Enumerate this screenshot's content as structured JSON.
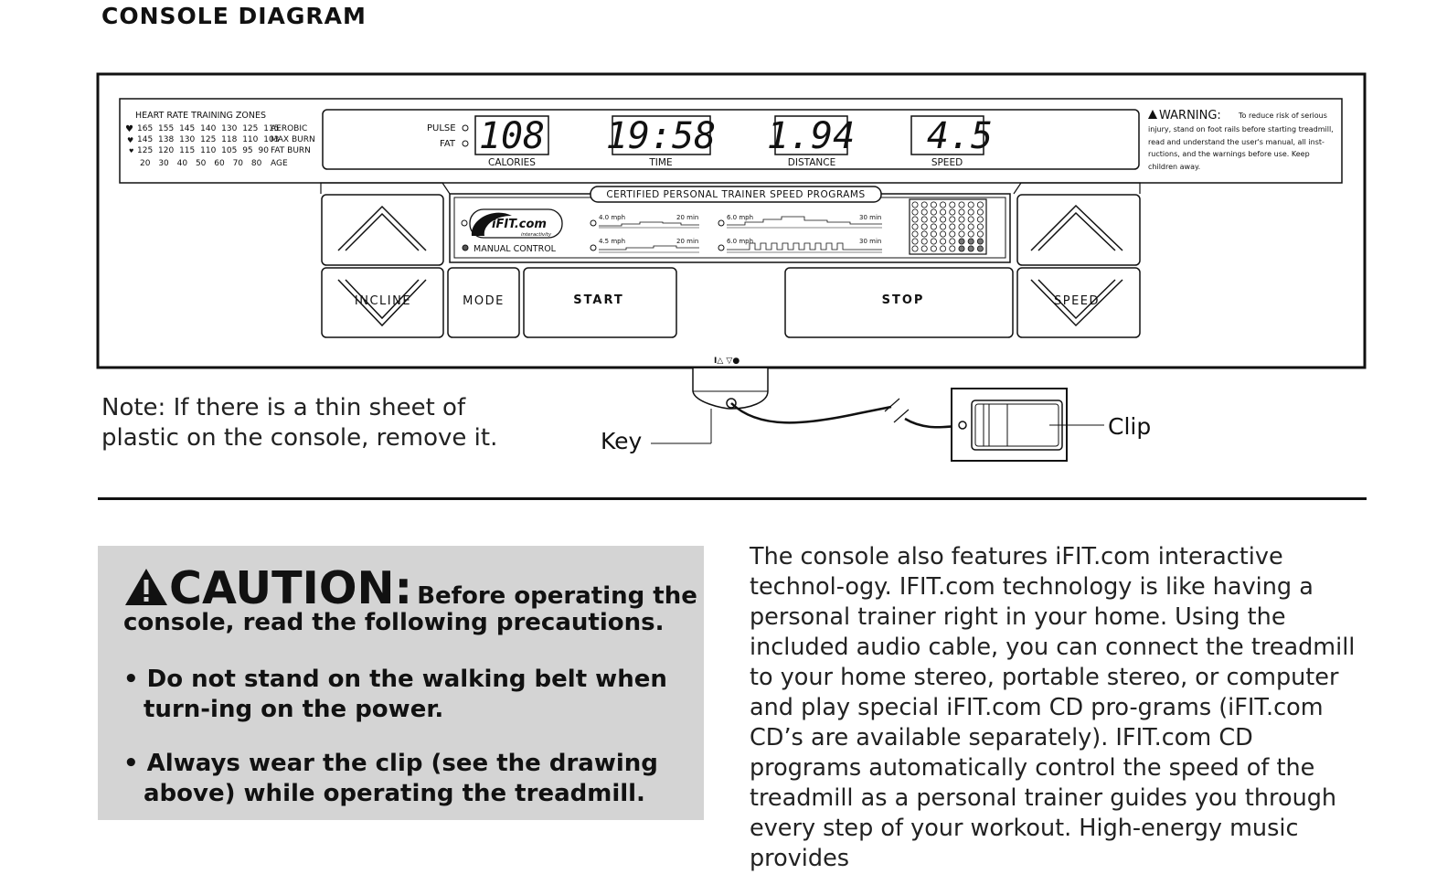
{
  "section_title": "CONSOLE DIAGRAM",
  "console": {
    "hr_zones": {
      "title": "HEART RATE TRAINING ZONES",
      "rows": [
        {
          "values": "165 155 145 140 130 125 115",
          "label": "AEROBIC"
        },
        {
          "values": "145 138 130 125 118 110 103",
          "label": "MAX BURN"
        },
        {
          "values": "125 120 115 110 105 95 90",
          "label": "FAT BURN"
        },
        {
          "values": "20 30 40 50 60 70 80",
          "label": "AGE"
        }
      ]
    },
    "indicators": {
      "pulse": "PULSE",
      "fat": "FAT"
    },
    "displays": [
      {
        "value": "108",
        "label": "CALORIES"
      },
      {
        "value": "19:58",
        "label": "TIME"
      },
      {
        "value": "1.94",
        "label": "DISTANCE"
      },
      {
        "value": "4.5",
        "label": "SPEED"
      }
    ],
    "warning": {
      "heading": "WARNING:",
      "lines": [
        "To reduce risk of serious",
        "injury, stand on foot rails before starting treadmill,",
        "read and understand the user's manual, all inst-",
        "ructions, and the warnings before use.  Keep",
        "children away."
      ]
    },
    "programs_title": "CERTIFIED PERSONAL TRAINER SPEED PROGRAMS",
    "logo": {
      "brand": "iFIT.com",
      "tagline": "interactivity"
    },
    "manual_control": "MANUAL CONTROL",
    "programs": [
      {
        "start": "4.0 mph",
        "duration": "20 min"
      },
      {
        "start": "6.0 mph",
        "duration": "30 min"
      },
      {
        "start": "4.5 mph",
        "duration": "20 min"
      },
      {
        "start": "6.0 mph",
        "duration": "30 min"
      }
    ],
    "buttons": {
      "incline": "INCLINE",
      "mode": "MODE",
      "start": "START",
      "stop": "STOP",
      "speed": "SPEED"
    },
    "key_slot_symbols": "I△  ▽●"
  },
  "callouts": {
    "key": "Key",
    "clip": "Clip"
  },
  "note": "Note: If there is a thin sheet of plastic on the console, remove it.",
  "caution": {
    "heading": "CAUTION:",
    "intro_a": "Before operating the",
    "intro_b": "console, read the following precautions.",
    "bullets": [
      "• Do not stand on the walking belt when turn-ing on the power.",
      "• Always wear the clip (see the drawing above) while operating the treadmill."
    ]
  },
  "body_text": "The console also features iFIT.com interactive technol-ogy. IFIT.com technology is like having a personal trainer right in your home. Using the included audio cable, you can connect the treadmill to your home stereo, portable stereo, or computer and play special iFIT.com CD pro-grams (iFIT.com CD’s are available separately). IFIT.com CD programs automatically control the speed of the treadmill as a personal trainer guides you through every step of your workout. High-energy music provides"
}
